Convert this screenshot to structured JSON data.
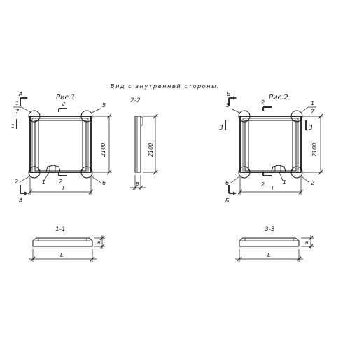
{
  "title": "Вид с внутренней стороны.",
  "fig1": {
    "caption": "Рис.1",
    "section_left": "А",
    "section_mark": "1",
    "callouts": {
      "top_left_num": "1",
      "top_left_den": "7",
      "top_right": "5",
      "bottom_left": "2",
      "bottom_right": "6",
      "bottom_mid": "1"
    },
    "detail_top": "2",
    "detail_bottom": "2",
    "height_dim": "2100",
    "width_dim": "L"
  },
  "section22": {
    "label": "2-2",
    "height_dim": "2100",
    "thick_dim": "В"
  },
  "fig2": {
    "caption": "Рис.2",
    "section_left": "Б",
    "section_mark": "3",
    "callouts": {
      "top_left": "5",
      "top_right_num": "1",
      "top_right_den": "7",
      "bottom_left": "6",
      "bottom_right": "2",
      "bottom_mid": "1"
    },
    "detail_top": "2",
    "detail_bottom": "2",
    "height_dim": "2100",
    "width_dim": "L"
  },
  "section11": {
    "label": "1-1",
    "width_dim": "L",
    "thick_dim": "В"
  },
  "section33": {
    "label": "3-3",
    "width_dim": "L",
    "thick_dim": "В"
  }
}
